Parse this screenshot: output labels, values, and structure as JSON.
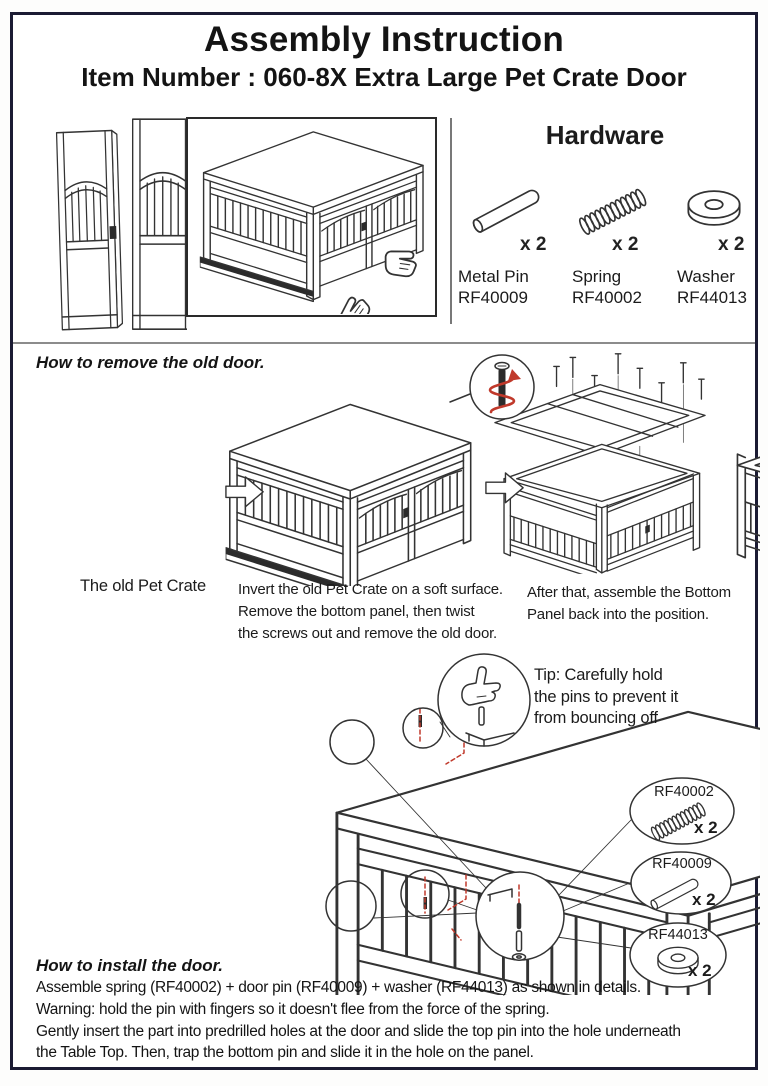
{
  "header": {
    "title": "Assembly Instruction",
    "subtitle": "Item Number : 060-8X Extra Large Pet Crate Door"
  },
  "hardware": {
    "title": "Hardware",
    "items": [
      {
        "label": "Metal Pin",
        "code": "RF40009",
        "qty": "x 2",
        "icon": "metal-pin-icon"
      },
      {
        "label": "Spring",
        "code": "RF40002",
        "qty": "x 2",
        "icon": "spring-icon"
      },
      {
        "label": "Washer",
        "code": "RF44013",
        "qty": "x 2",
        "icon": "washer-icon"
      }
    ]
  },
  "remove_section": {
    "heading": "How to remove the old door.",
    "steps": [
      "The old Pet Crate",
      "Invert the old Pet Crate on a soft surface.\nRemove the bottom panel, then twist\nthe screws out and remove the old door.",
      "After that, assemble the Bottom\nPanel back into the position."
    ]
  },
  "install_section": {
    "heading": "How to install the door.",
    "tip": "Tip: Carefully hold\nthe pins to prevent it\nfrom bouncing off",
    "callouts": [
      {
        "code": "RF40002",
        "qty": "x 2",
        "icon": "spring-icon"
      },
      {
        "code": "RF40009",
        "qty": "x 2",
        "icon": "metal-pin-icon"
      },
      {
        "code": "RF44013",
        "qty": "x 2",
        "icon": "washer-icon"
      }
    ],
    "lines": [
      "Assemble spring (RF40002) + door pin (RF40009) + washer (RF44013) as shown in details.",
      "Warning: hold the pin with fingers so it doesn't flee from the force of the spring.",
      "Gently insert the part into predrilled holes at the door and slide the top pin into the hole underneath",
      "the Table Top. Then, trap the bottom pin and slide it in the hole on the panel."
    ]
  },
  "colors": {
    "line_art": "#333333",
    "accent_red": "#c0392b",
    "frame_border": "#1b1b33",
    "text": "#1b1b1b"
  }
}
